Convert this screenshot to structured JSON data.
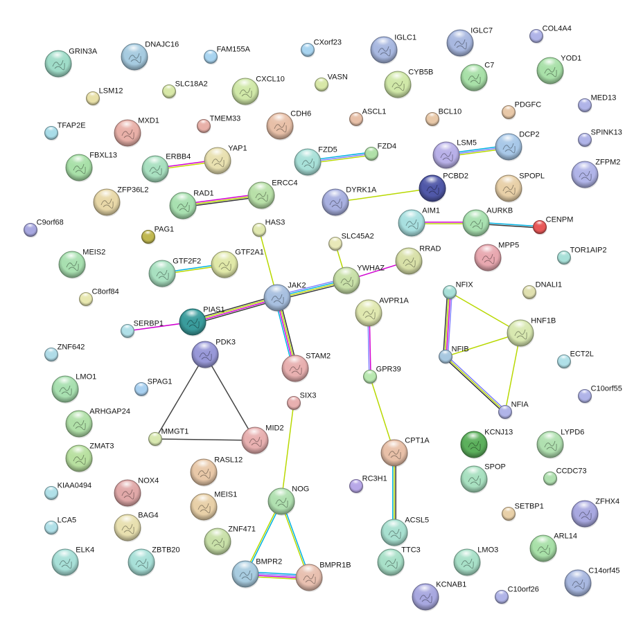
{
  "network": {
    "nodes": [
      {
        "id": "GRIN3A",
        "color": "#9fdcc8",
        "structure": true
      },
      {
        "id": "DNAJC16",
        "color": "#a6cbe0",
        "structure": true
      },
      {
        "id": "FAM155A",
        "color": "#a8d4f0",
        "structure": false
      },
      {
        "id": "CXorf23",
        "color": "#a8d4f0",
        "structure": false
      },
      {
        "id": "IGLC1",
        "color": "#a8b8e0",
        "structure": true
      },
      {
        "id": "IGLC7",
        "color": "#a8b8e0",
        "structure": true
      },
      {
        "id": "COL4A4",
        "color": "#b0b4e8",
        "structure": false
      },
      {
        "id": "YOD1",
        "color": "#a8e0a8",
        "structure": true
      },
      {
        "id": "LSM12",
        "color": "#e8e0a8",
        "structure": false
      },
      {
        "id": "SLC18A2",
        "color": "#d8e8a8",
        "structure": false
      },
      {
        "id": "CXCL10",
        "color": "#d0e8a8",
        "structure": true
      },
      {
        "id": "VASN",
        "color": "#d8e8a8",
        "structure": false
      },
      {
        "id": "CYB5B",
        "color": "#d0e8a8",
        "structure": true
      },
      {
        "id": "C7",
        "color": "#a8e0a8",
        "structure": true
      },
      {
        "id": "MED13",
        "color": "#b0b4e8",
        "structure": false
      },
      {
        "id": "TFAP2E",
        "color": "#a8dce8",
        "structure": false
      },
      {
        "id": "MXD1",
        "color": "#e8b0a8",
        "structure": true
      },
      {
        "id": "TMEM33",
        "color": "#e8b0a8",
        "structure": false
      },
      {
        "id": "CDH6",
        "color": "#e8c0a8",
        "structure": true
      },
      {
        "id": "ASCL1",
        "color": "#e8c0a8",
        "structure": false
      },
      {
        "id": "BCL10",
        "color": "#e8c8a8",
        "structure": false
      },
      {
        "id": "PDGFC",
        "color": "#e8c8a8",
        "structure": false
      },
      {
        "id": "SPINK13",
        "color": "#b0b4e8",
        "structure": false
      },
      {
        "id": "FBXL13",
        "color": "#a8e0a8",
        "structure": true
      },
      {
        "id": "ERBB4",
        "color": "#a8e0c0",
        "structure": true
      },
      {
        "id": "YAP1",
        "color": "#e8e0b0",
        "structure": true
      },
      {
        "id": "FZD5",
        "color": "#a8e0d8",
        "structure": true
      },
      {
        "id": "FZD4",
        "color": "#b0e0a8",
        "structure": false
      },
      {
        "id": "LSM5",
        "color": "#b8b0e8",
        "structure": true
      },
      {
        "id": "DCP2",
        "color": "#a8c8e8",
        "structure": true
      },
      {
        "id": "ZFPM2",
        "color": "#b0b4e8",
        "structure": true
      },
      {
        "id": "ZFP36L2",
        "color": "#e8d8a8",
        "structure": true
      },
      {
        "id": "RAD1",
        "color": "#a8e0b0",
        "structure": true
      },
      {
        "id": "ERCC4",
        "color": "#b8e0a8",
        "structure": true
      },
      {
        "id": "DYRK1A",
        "color": "#a8b0e0",
        "structure": true
      },
      {
        "id": "PCBD2",
        "color": "#5058a8",
        "structure": true
      },
      {
        "id": "SPOPL",
        "color": "#e8d0a8",
        "structure": true
      },
      {
        "id": "C9orf68",
        "color": "#a8a8e0",
        "structure": false
      },
      {
        "id": "PAG1",
        "color": "#c0b850",
        "structure": false
      },
      {
        "id": "HAS3",
        "color": "#e0e8b0",
        "structure": false
      },
      {
        "id": "AIM1",
        "color": "#a8e0e0",
        "structure": true
      },
      {
        "id": "AURKB",
        "color": "#a8e0b0",
        "structure": true
      },
      {
        "id": "CENPM",
        "color": "#e85858",
        "structure": false
      },
      {
        "id": "SLC45A2",
        "color": "#e8e8b8",
        "structure": false
      },
      {
        "id": "MEIS2",
        "color": "#a8e0b0",
        "structure": true
      },
      {
        "id": "GTF2F2",
        "color": "#a8e0c0",
        "structure": true
      },
      {
        "id": "GTF2A1",
        "color": "#e0e8a8",
        "structure": true
      },
      {
        "id": "RRAD",
        "color": "#d8e0a8",
        "structure": true
      },
      {
        "id": "MPP5",
        "color": "#e8a8b0",
        "structure": true
      },
      {
        "id": "TOR1AIP2",
        "color": "#a8e0d8",
        "structure": false
      },
      {
        "id": "C8orf84",
        "color": "#e8e8b0",
        "structure": false
      },
      {
        "id": "JAK2",
        "color": "#a8c0e0",
        "structure": true
      },
      {
        "id": "YWHAZ",
        "color": "#c8e0a8",
        "structure": true
      },
      {
        "id": "NFIX",
        "color": "#a8e0d8",
        "structure": false
      },
      {
        "id": "DNALI1",
        "color": "#e0e0b0",
        "structure": false
      },
      {
        "id": "SERBP1",
        "color": "#b0e0e8",
        "structure": false
      },
      {
        "id": "PIAS1",
        "color": "#3a9c9c",
        "structure": true
      },
      {
        "id": "AVPR1A",
        "color": "#e0e8b0",
        "structure": true
      },
      {
        "id": "HNF1B",
        "color": "#d8e8b0",
        "structure": true
      },
      {
        "id": "ZNF642",
        "color": "#b0dce8",
        "structure": false
      },
      {
        "id": "PDK3",
        "color": "#9898d8",
        "structure": true
      },
      {
        "id": "STAM2",
        "color": "#e8b0b0",
        "structure": true
      },
      {
        "id": "NFIB",
        "color": "#a8c8e0",
        "structure": false
      },
      {
        "id": "ECT2L",
        "color": "#b0e0e8",
        "structure": false
      },
      {
        "id": "GPR39",
        "color": "#b8e8b0",
        "structure": false
      },
      {
        "id": "LMO1",
        "color": "#a8e0b0",
        "structure": true
      },
      {
        "id": "SPAG1",
        "color": "#a8d0f0",
        "structure": false
      },
      {
        "id": "SIX3",
        "color": "#e8b0b0",
        "structure": false
      },
      {
        "id": "C10orf55",
        "color": "#b0b4e8",
        "structure": false
      },
      {
        "id": "NFIA",
        "color": "#b0b4e8",
        "structure": false
      },
      {
        "id": "ARHGAP24",
        "color": "#b0e0a8",
        "structure": true
      },
      {
        "id": "MMGT1",
        "color": "#d8e8b0",
        "structure": false
      },
      {
        "id": "MID2",
        "color": "#e8b0b0",
        "structure": true
      },
      {
        "id": "KCNJ13",
        "color": "#5cb05c",
        "structure": true
      },
      {
        "id": "LYPD6",
        "color": "#b0e0b0",
        "structure": true
      },
      {
        "id": "ZMAT3",
        "color": "#b8e0a0",
        "structure": true
      },
      {
        "id": "CPT1A",
        "color": "#e8c0a8",
        "structure": true
      },
      {
        "id": "RASL12",
        "color": "#e8c8a8",
        "structure": true
      },
      {
        "id": "SPOP",
        "color": "#a8e0c0",
        "structure": true
      },
      {
        "id": "CCDC73",
        "color": "#b0e0b0",
        "structure": false
      },
      {
        "id": "KIAA0494",
        "color": "#b0e0e8",
        "structure": false
      },
      {
        "id": "NOX4",
        "color": "#e0a8a8",
        "structure": true
      },
      {
        "id": "RC3H1",
        "color": "#b8a8e8",
        "structure": false
      },
      {
        "id": "MEIS1",
        "color": "#e8d0a8",
        "structure": true
      },
      {
        "id": "NOG",
        "color": "#b0e0b0",
        "structure": true
      },
      {
        "id": "SETBP1",
        "color": "#e8d0a8",
        "structure": false
      },
      {
        "id": "ZFHX4",
        "color": "#a8a8e0",
        "structure": true
      },
      {
        "id": "LCA5",
        "color": "#b0e0e8",
        "structure": false
      },
      {
        "id": "BAG4",
        "color": "#e8e0b0",
        "structure": true
      },
      {
        "id": "ZNF471",
        "color": "#c8e0a8",
        "structure": true
      },
      {
        "id": "ACSL5",
        "color": "#a8e0d0",
        "structure": true
      },
      {
        "id": "ARL14",
        "color": "#a8e0a8",
        "structure": true
      },
      {
        "id": "ELK4",
        "color": "#a8e0d8",
        "structure": true
      },
      {
        "id": "ZBTB20",
        "color": "#a8e0d8",
        "structure": true
      },
      {
        "id": "TTC3",
        "color": "#a8e0c8",
        "structure": true
      },
      {
        "id": "LMO3",
        "color": "#a8e0c8",
        "structure": true
      },
      {
        "id": "BMPR2",
        "color": "#a8cce0",
        "structure": true
      },
      {
        "id": "BMPR1B",
        "color": "#e8c0b0",
        "structure": true
      },
      {
        "id": "C14orf45",
        "color": "#a8b8e0",
        "structure": true
      },
      {
        "id": "KCNAB1",
        "color": "#a8a8e0",
        "structure": true
      },
      {
        "id": "C10orf26",
        "color": "#b0b4e8",
        "structure": false
      }
    ],
    "edges": [
      {
        "a": "ERBB4",
        "b": "YAP1",
        "colors": [
          "#d000d0",
          "#c8d800"
        ]
      },
      {
        "a": "FZD5",
        "b": "FZD4",
        "colors": [
          "#00b0e0",
          "#8080ff",
          "#b8d800"
        ]
      },
      {
        "a": "LSM5",
        "b": "DCP2",
        "colors": [
          "#00b0e0",
          "#8080ff",
          "#b8d800"
        ]
      },
      {
        "a": "RAD1",
        "b": "ERCC4",
        "colors": [
          "#d000d0",
          "#b8d800",
          "#333333"
        ]
      },
      {
        "a": "DYRK1A",
        "b": "PCBD2",
        "colors": [
          "#b8d800"
        ]
      },
      {
        "a": "AIM1",
        "b": "AURKB",
        "colors": [
          "#d000d0",
          "#b8d800"
        ]
      },
      {
        "a": "AURKB",
        "b": "CENPM",
        "colors": [
          "#00b0e0",
          "#333333"
        ]
      },
      {
        "a": "GTF2F2",
        "b": "GTF2A1",
        "colors": [
          "#00b0e0",
          "#b8d800"
        ]
      },
      {
        "a": "HAS3",
        "b": "JAK2",
        "colors": [
          "#b8d800"
        ]
      },
      {
        "a": "SLC45A2",
        "b": "YWHAZ",
        "colors": [
          "#b8d800"
        ]
      },
      {
        "a": "YWHAZ",
        "b": "RRAD",
        "colors": [
          "#d000d0"
        ]
      },
      {
        "a": "JAK2",
        "b": "YWHAZ",
        "colors": [
          "#8080ff",
          "#00b0e0",
          "#b8d800",
          "#333333"
        ]
      },
      {
        "a": "PIAS1",
        "b": "JAK2",
        "colors": [
          "#333333",
          "#b8d800",
          "#d000d0",
          "#333333"
        ]
      },
      {
        "a": "SERBP1",
        "b": "PIAS1",
        "colors": [
          "#d000d0"
        ]
      },
      {
        "a": "JAK2",
        "b": "STAM2",
        "colors": [
          "#333333",
          "#b8d800",
          "#d000d0",
          "#00b0e0"
        ]
      },
      {
        "a": "AVPR1A",
        "b": "GPR39",
        "colors": [
          "#d000d0",
          "#8080ff"
        ]
      },
      {
        "a": "GPR39",
        "b": "CPT1A",
        "colors": [
          "#b8d800"
        ]
      },
      {
        "a": "PDK3",
        "b": "MMGT1",
        "colors": [
          "#444444"
        ]
      },
      {
        "a": "PDK3",
        "b": "MID2",
        "colors": [
          "#444444"
        ]
      },
      {
        "a": "MMGT1",
        "b": "MID2",
        "colors": [
          "#444444"
        ]
      },
      {
        "a": "SIX3",
        "b": "NOG",
        "colors": [
          "#b8d800"
        ]
      },
      {
        "a": "NOG",
        "b": "BMPR2",
        "colors": [
          "#00b0e0",
          "#b8d800"
        ]
      },
      {
        "a": "NOG",
        "b": "BMPR1B",
        "colors": [
          "#00b0e0",
          "#b8d800"
        ]
      },
      {
        "a": "BMPR2",
        "b": "BMPR1B",
        "colors": [
          "#00b0e0",
          "#8080ff",
          "#d000d0",
          "#b8d800"
        ]
      },
      {
        "a": "CPT1A",
        "b": "ACSL5",
        "colors": [
          "#333333",
          "#b8d800",
          "#00b0e0"
        ]
      },
      {
        "a": "NFIX",
        "b": "NFIB",
        "colors": [
          "#8080ff",
          "#d000d0",
          "#b8d800",
          "#333333"
        ]
      },
      {
        "a": "NFIX",
        "b": "HNF1B",
        "colors": [
          "#b8d800"
        ]
      },
      {
        "a": "NFIB",
        "b": "HNF1B",
        "colors": [
          "#b8d800"
        ]
      },
      {
        "a": "NFIB",
        "b": "NFIA",
        "colors": [
          "#8080ff",
          "#b8d800",
          "#333333"
        ]
      },
      {
        "a": "HNF1B",
        "b": "NFIA",
        "colors": [
          "#b8d800"
        ]
      }
    ]
  }
}
